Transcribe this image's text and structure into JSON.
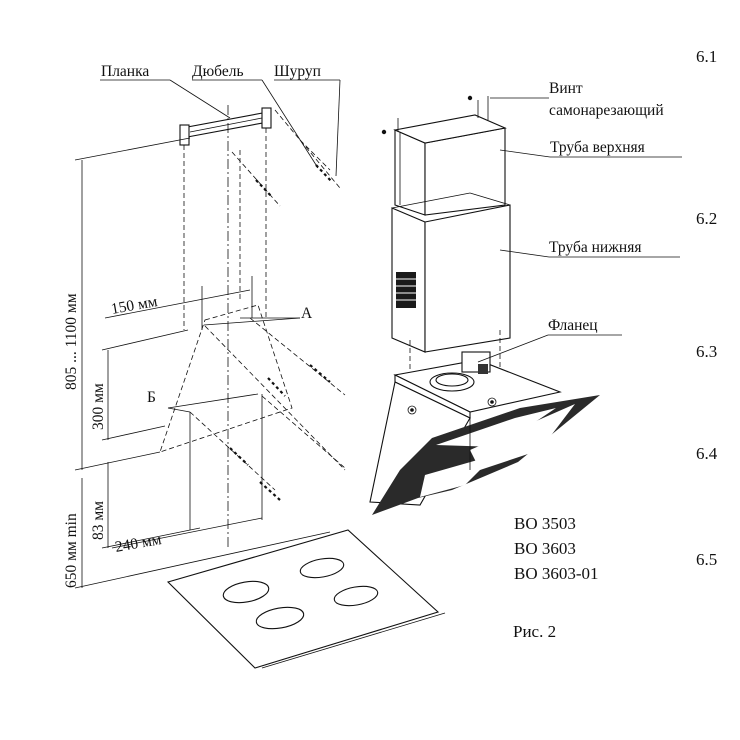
{
  "labels": {
    "planka": "Планка",
    "dubel": "Дюбель",
    "shurup": "Шуруп",
    "vint_line1": "Винт",
    "vint_line2": "самонарезающий",
    "truba_verh": "Труба верхняя",
    "truba_niz": "Труба нижняя",
    "flanec": "Фланец",
    "point_a": "А",
    "point_b": "Б"
  },
  "dimensions": {
    "width_150": "150 мм",
    "width_240": "240 мм",
    "height_range": "805 ... 1100 мм",
    "height_300": "300 мм",
    "height_83": "83 мм",
    "height_650": "650 мм min"
  },
  "models": [
    "BO 3503",
    "BO 3603",
    "BO 3603-01"
  ],
  "figure_caption": "Рис. 2",
  "sections": [
    "6.1",
    "6.2",
    "6.3",
    "6.4",
    "6.5"
  ]
}
